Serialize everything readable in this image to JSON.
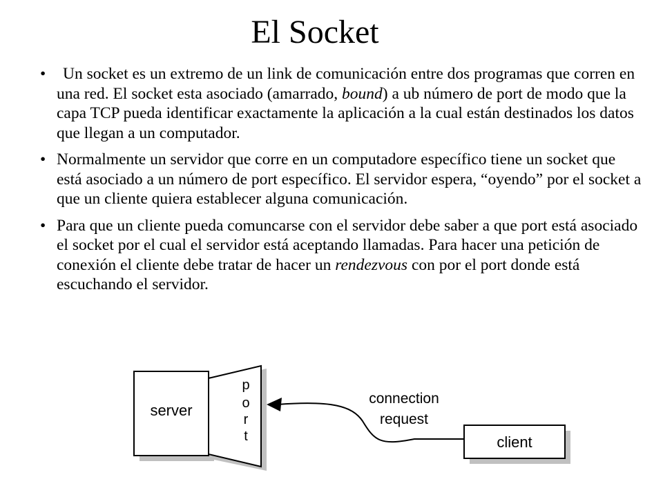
{
  "slide": {
    "title": "El Socket",
    "bullets": [
      {
        "parts": [
          {
            "text": "Un socket es un extremo de un link de comunicación entre dos programas que corren en una red. El socket esta asociado (amarrado, "
          },
          {
            "text": "bound",
            "italic": true
          },
          {
            "text": ") a ub número de port de modo que la capa TCP pueda identificar exactamente la aplicación a la cual están destinados los datos que llegan a un computador."
          }
        ]
      },
      {
        "parts": [
          {
            "text": "Normalmente un servidor que corre en un computadore específico tiene un socket que está asociado a un número de port específico. El servidor espera, “oyendo” por el socket a que un cliente quiera establecer alguna comunicación."
          }
        ]
      },
      {
        "parts": [
          {
            "text": "Para que un cliente pueda comuncarse con el servidor debe saber a que port está asociado el socket por el cual el servidor está aceptando llamadas. Para hacer una petición de conexión el cliente debe tratar de hacer un "
          },
          {
            "text": "rendezvous",
            "italic": true
          },
          {
            "text": " con por el port donde está escuchando el servidor."
          }
        ]
      }
    ]
  },
  "diagram": {
    "server_label": "server",
    "port_letters": [
      "p",
      "o",
      "r",
      "t"
    ],
    "connection_label_line1": "connection",
    "connection_label_line2": "request",
    "client_label": "client",
    "colors": {
      "box_fill": "#ffffff",
      "shadow": "#c0c0c0",
      "stroke": "#000000"
    }
  }
}
